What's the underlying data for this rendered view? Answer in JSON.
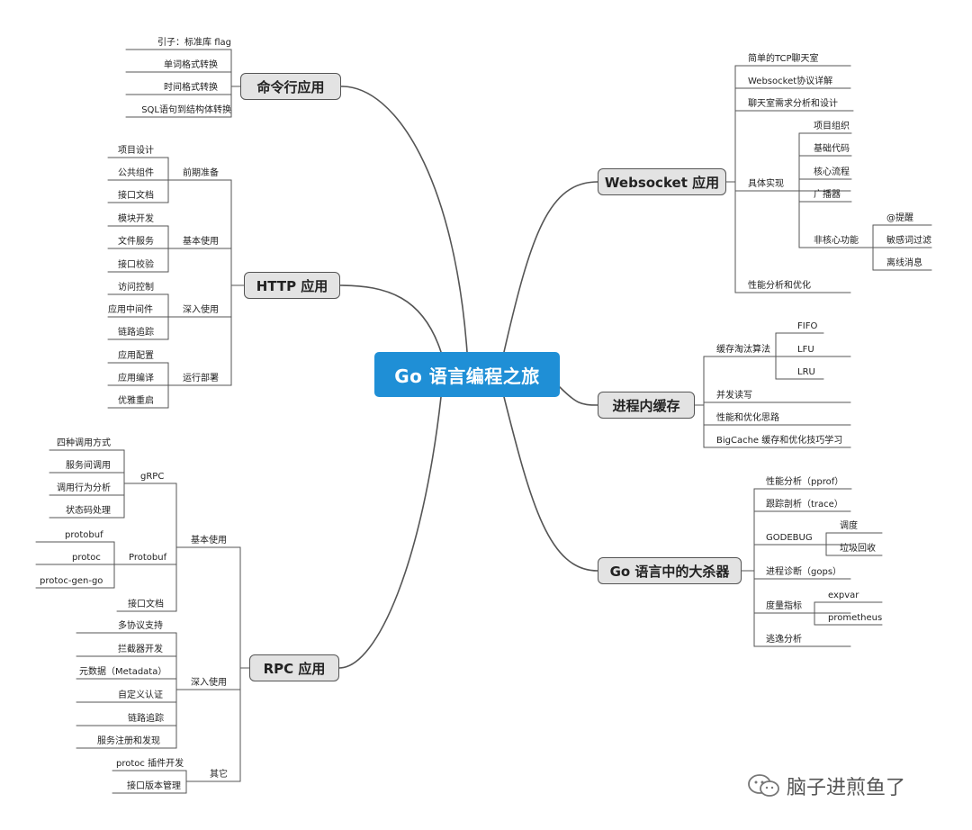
{
  "root": {
    "label": "Go 语言编程之旅"
  },
  "branches": {
    "cli": {
      "label": "命令行应用",
      "items": [
        "引子：标准库 flag",
        "单词格式转换",
        "时间格式转换",
        "SQL语句到结构体转换"
      ]
    },
    "http": {
      "label": "HTTP 应用",
      "groups": [
        {
          "label": "前期准备",
          "items": [
            "项目设计",
            "公共组件",
            "接口文档"
          ]
        },
        {
          "label": "基本使用",
          "items": [
            "模块开发",
            "文件服务",
            "接口校验"
          ]
        },
        {
          "label": "深入使用",
          "items": [
            "访问控制",
            "应用中间件",
            "链路追踪"
          ]
        },
        {
          "label": "运行部署",
          "items": [
            "应用配置",
            "应用编译",
            "优雅重启"
          ]
        }
      ]
    },
    "rpc": {
      "label": "RPC 应用",
      "groups": [
        {
          "label": "基本使用",
          "sub": [
            {
              "label": "gRPC",
              "items": [
                "四种调用方式",
                "服务间调用",
                "调用行为分析",
                "状态码处理"
              ]
            },
            {
              "label": "Protobuf",
              "items": [
                "protobuf",
                "protoc",
                "protoc-gen-go"
              ]
            },
            {
              "label": "接口文档",
              "items": []
            }
          ]
        },
        {
          "label": "深入使用",
          "items": [
            "多协议支持",
            "拦截器开发",
            "元数据（Metadata）",
            "自定义认证",
            "链路追踪",
            "服务注册和发现"
          ]
        },
        {
          "label": "其它",
          "items": [
            "protoc 插件开发",
            "接口版本管理"
          ]
        }
      ]
    },
    "ws": {
      "label": "Websocket 应用",
      "items": [
        "简单的TCP聊天室",
        "Websocket协议详解",
        "聊天室需求分析和设计"
      ],
      "impl": {
        "label": "具体实现",
        "items": [
          "项目组织",
          "基础代码",
          "核心流程",
          "广播器"
        ],
        "noncore": {
          "label": "非核心功能",
          "items": [
            "@提醒",
            "敏感词过滤",
            "离线消息"
          ]
        }
      },
      "perf": "性能分析和优化"
    },
    "cache": {
      "label": "进程内缓存",
      "evict": {
        "label": "缓存淘汰算法",
        "items": [
          "FIFO",
          "LFU",
          "LRU"
        ]
      },
      "items": [
        "并发读写",
        "性能和优化思路",
        "BigCache 缓存和优化技巧学习"
      ]
    },
    "killer": {
      "label": "Go 语言中的大杀器",
      "items": [
        "性能分析（pprof）",
        "跟踪剖析（trace）"
      ],
      "godebug": {
        "label": "GODEBUG",
        "items": [
          "调度",
          "垃圾回收"
        ]
      },
      "diag": "进程诊断（gops）",
      "metrics": {
        "label": "度量指标",
        "items": [
          "expvar",
          "prometheus"
        ]
      },
      "escape": "逃逸分析"
    }
  },
  "watermark": {
    "text": "脑子进煎鱼了",
    "icon": "wechat-icon"
  },
  "colors": {
    "root_fill": "#1f8fd6",
    "main_fill": "#e3e3e3",
    "line": "#555555"
  }
}
